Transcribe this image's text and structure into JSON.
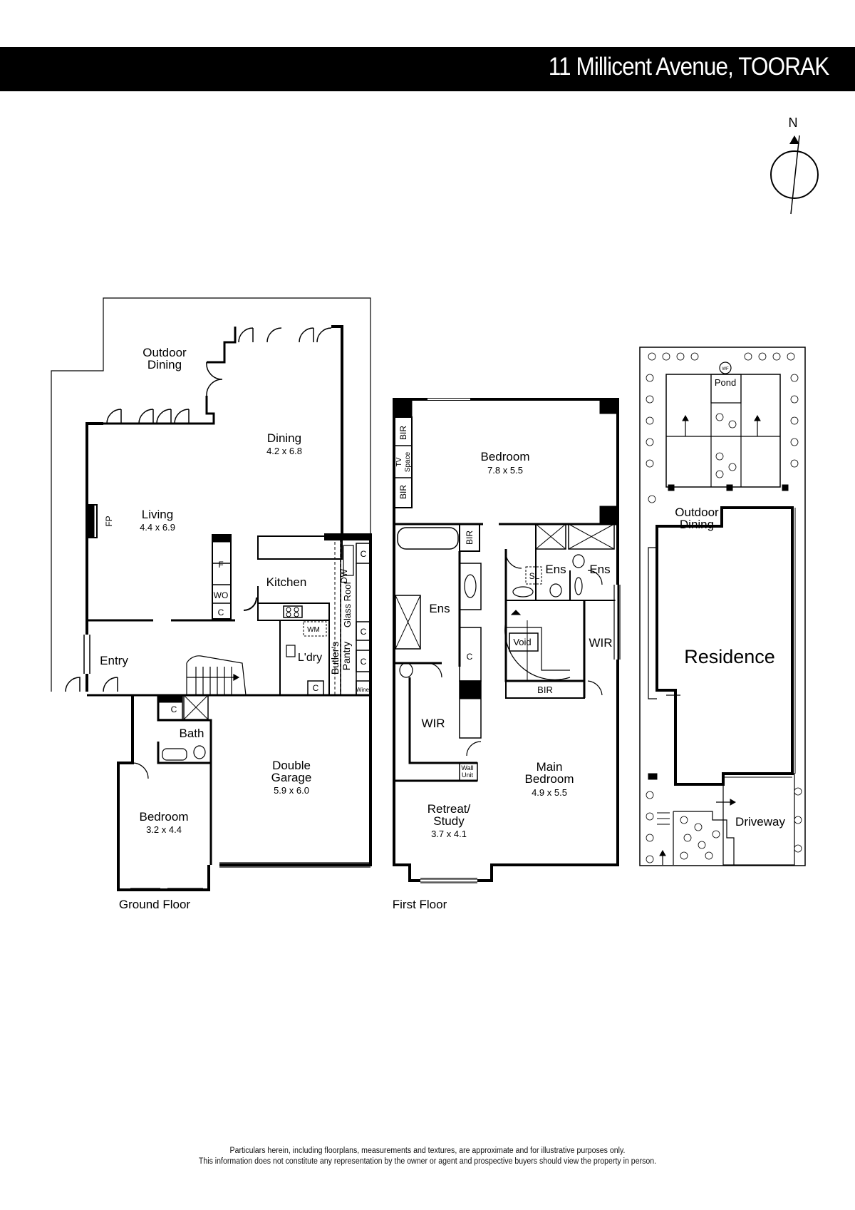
{
  "header": {
    "address": "11 Millicent Avenue, TOORAK"
  },
  "compass": {
    "label": "N"
  },
  "ground_floor": {
    "caption": "Ground Floor",
    "rooms": {
      "outdoor_dining": [
        "Outdoor",
        "Dining"
      ],
      "dining": {
        "name": "Dining",
        "size": "4.2 x 6.8"
      },
      "living": {
        "name": "Living",
        "size": "4.4 x 6.9"
      },
      "kitchen": "Kitchen",
      "entry": "Entry",
      "laundry": "L'dry",
      "butlers_pantry": [
        "Butler's",
        "Pantry"
      ],
      "glass_roof": "Glass Roof",
      "bath": "Bath",
      "double_garage": {
        "name": [
          "Double",
          "Garage"
        ],
        "size": "5.9 x 6.0"
      },
      "bedroom": {
        "name": "Bedroom",
        "size": "3.2 x 4.4"
      }
    },
    "fixtures": {
      "fp": "FP",
      "fridge": "F",
      "wo": "WO",
      "c": "C",
      "dw": "DW",
      "wm": "WM",
      "wine": "Wine"
    }
  },
  "first_floor": {
    "caption": "First Floor",
    "rooms": {
      "bedroom": {
        "name": "Bedroom",
        "size": "7.8 x 5.5"
      },
      "ens": "Ens",
      "wir": "WIR",
      "void": "Void",
      "bir": "BIR",
      "sl": "SL",
      "tv_space": [
        "TV",
        "Space"
      ],
      "wall_unit": [
        "Wall",
        "Unit"
      ],
      "main_bedroom": {
        "name": [
          "Main",
          "Bedroom"
        ],
        "size": "4.9 x 5.5"
      },
      "retreat": {
        "name": [
          "Retreat/",
          "Study"
        ],
        "size": "3.7 x 4.1"
      },
      "c": "C"
    }
  },
  "site_plan": {
    "residence": "Residence",
    "outdoor_dining": [
      "Outdoor",
      "Dining"
    ],
    "pond": "Pond",
    "wf": "WF",
    "driveway": "Driveway"
  },
  "disclaimer": [
    "Particulars herein, including floorplans, measurements and textures, are approximate and for illustrative purposes only.",
    "This information does not constitute any representation by the owner or agent and prospective buyers should view the property in person."
  ]
}
